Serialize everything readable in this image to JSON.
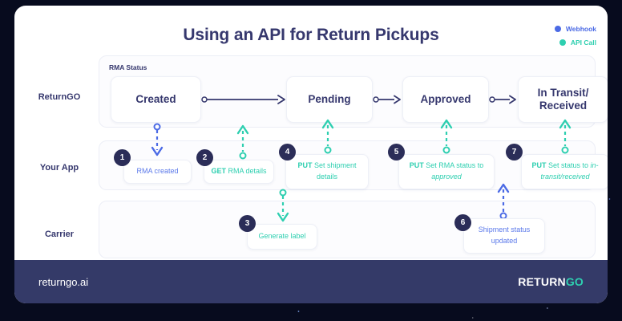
{
  "header": {
    "title": "Using an API for Return Pickups",
    "legend": [
      {
        "name": "webhook",
        "label": "Webhook",
        "color": "#4b6ae5"
      },
      {
        "name": "api-call",
        "label": "API Call",
        "color": "#2ecfb0"
      }
    ]
  },
  "rows": {
    "returngo_label": "ReturnGO",
    "yourapp_label": "Your App",
    "carrier_label": "Carrier"
  },
  "rma_status_label": "RMA Status",
  "statuses": [
    {
      "id": "created",
      "label": "Created"
    },
    {
      "id": "pending",
      "label": "Pending"
    },
    {
      "id": "approved",
      "label": "Approved"
    },
    {
      "id": "intransit",
      "label": "In Transit/ Received",
      "line1": "In Transit/",
      "line2": "Received"
    }
  ],
  "steps": [
    {
      "number": "1",
      "row": "your-app",
      "kind": "webhook",
      "verb": "",
      "text": "RMA created",
      "emphasis": ""
    },
    {
      "number": "2",
      "row": "your-app",
      "kind": "api",
      "verb": "GET",
      "text": " RMA details",
      "emphasis": ""
    },
    {
      "number": "3",
      "row": "carrier",
      "kind": "api",
      "verb": "",
      "text": "Generate label",
      "emphasis": ""
    },
    {
      "number": "4",
      "row": "your-app",
      "kind": "api",
      "verb": "PUT",
      "text": " Set shipment details",
      "emphasis": ""
    },
    {
      "number": "5",
      "row": "your-app",
      "kind": "api",
      "verb": "PUT",
      "text": " Set RMA status to ",
      "emphasis": "approved"
    },
    {
      "number": "6",
      "row": "carrier",
      "kind": "webhook",
      "verb": "",
      "text": "Shipment status updated",
      "emphasis": ""
    },
    {
      "number": "7",
      "row": "your-app",
      "kind": "api",
      "verb": "PUT",
      "text": " Set status to ",
      "emphasis": "in-transit/received"
    }
  ],
  "footer": {
    "site": "returngo.ai",
    "logo_return": "RETURN",
    "logo_go": "GO"
  },
  "colors": {
    "navy": "#36386e",
    "badge": "#2b2d58",
    "webhook": "#4b6ae5",
    "api": "#2ecfb0",
    "footer_bg": "#343a68"
  }
}
